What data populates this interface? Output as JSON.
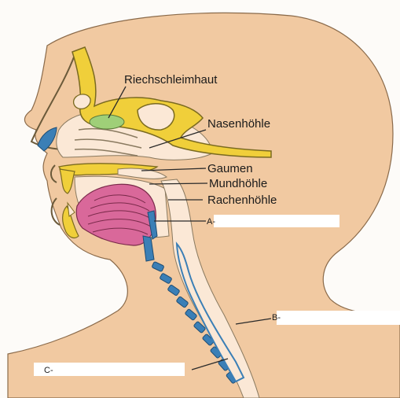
{
  "labels": {
    "riech": "Riechschleimhaut",
    "nase": "Nasenhöhle",
    "gaumen": "Gaumen",
    "mund": "Mundhöhle",
    "rachen": "Rachenhöhle",
    "a": "A-",
    "b": "B-",
    "c": "C-"
  },
  "colors": {
    "skin": "#f1c9a1",
    "cavity": "#fbe8d6",
    "bone": "#f0cf3a",
    "bone_outline": "#7a6a20",
    "tongue": "#d9689a",
    "cartilage": "#3b7fb6",
    "mucosa": "#9fcf78"
  }
}
